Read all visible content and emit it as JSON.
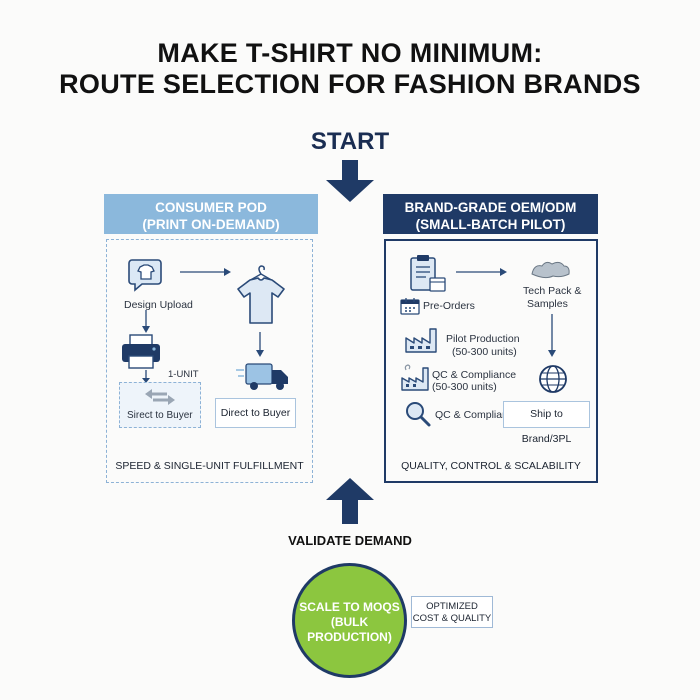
{
  "title": {
    "line1": "MAKE T-SHIRT NO MINIMUM:",
    "line2": "ROUTE SELECTION FOR FASHION BRANDS"
  },
  "start_label": "START",
  "left_route": {
    "header_line1": "CONSUMER POD",
    "header_line2": "(PRINT ON-DEMAND)",
    "design_upload": "Design Upload",
    "one_unit": "1-UNIT",
    "sirect_box": "Sirect to Buyer",
    "direct_box": "Direct to Buyer",
    "footer": "SPEED & SINGLE-UNIT FULFILLMENT"
  },
  "right_route": {
    "header_line1": "BRAND-GRADE OEM/ODM",
    "header_line2": "(SMALL-BATCH PILOT)",
    "tech_pack_line1": "Tech Pack &",
    "tech_pack_line2": "Samples",
    "pre_orders": "Pre-Orders",
    "pilot_line1": "Pilot Production",
    "pilot_line2": "(50-300 units)",
    "qc_line1": "QC & Compliance",
    "qc_line2": "(50-300 units)",
    "qc_compliance": "QC & Compliance",
    "ship_box": "Ship to Brand/3PL",
    "footer": "QUALITY, CONTROL & SCALABILITY"
  },
  "validate_label": "VALIDATE DEMAND",
  "scale": {
    "line1": "SCALE TO MOQS",
    "line2": "(BULK",
    "line3": "PRODUCTION)"
  },
  "optimized": {
    "line1": "OPTIMIZED",
    "line2": "COST & QUALITY"
  },
  "colors": {
    "navy": "#1f3a66",
    "light_blue": "#8bb8dc",
    "green": "#8cc63f"
  }
}
